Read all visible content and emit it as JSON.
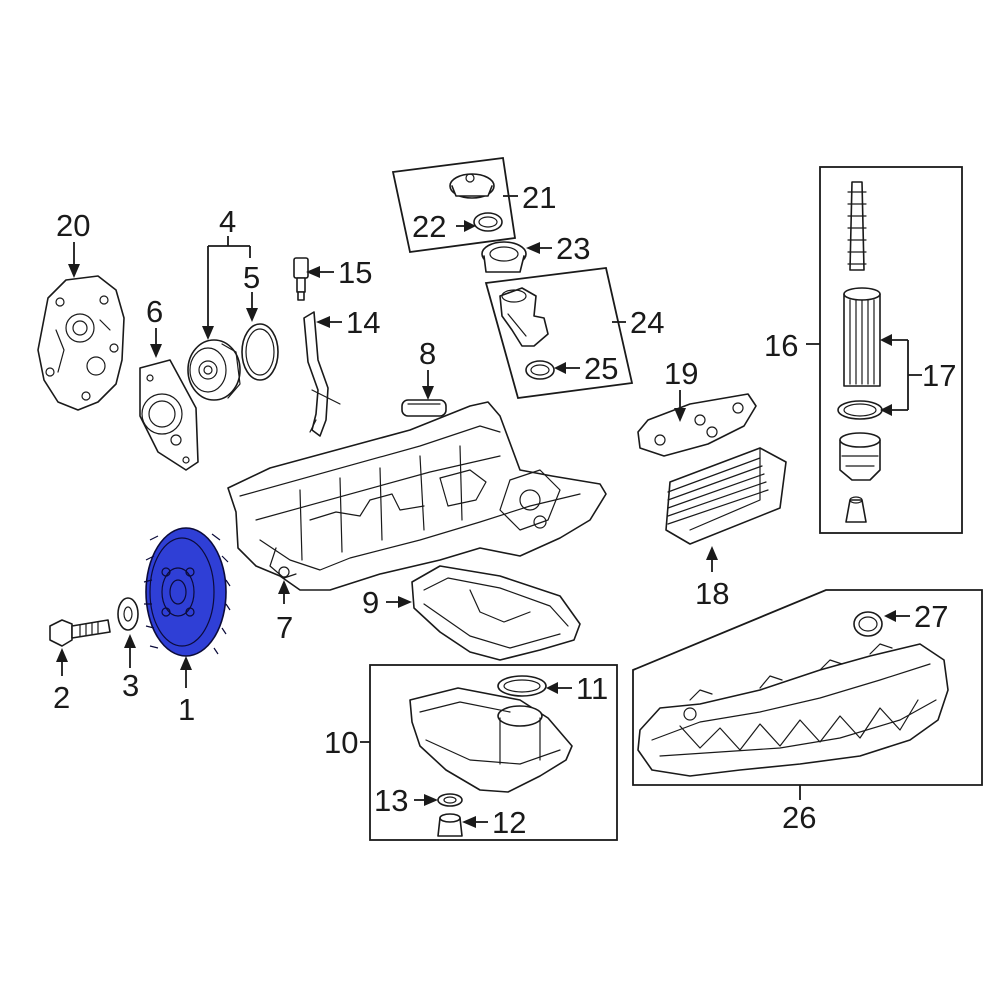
{
  "diagram": {
    "highlight_color": "#2f3fd6",
    "callouts": [
      {
        "id": "1",
        "label": "1"
      },
      {
        "id": "2",
        "label": "2"
      },
      {
        "id": "3",
        "label": "3"
      },
      {
        "id": "4",
        "label": "4"
      },
      {
        "id": "5",
        "label": "5"
      },
      {
        "id": "6",
        "label": "6"
      },
      {
        "id": "7",
        "label": "7"
      },
      {
        "id": "8",
        "label": "8"
      },
      {
        "id": "9",
        "label": "9"
      },
      {
        "id": "10",
        "label": "10"
      },
      {
        "id": "11",
        "label": "11"
      },
      {
        "id": "12",
        "label": "12"
      },
      {
        "id": "13",
        "label": "13"
      },
      {
        "id": "14",
        "label": "14"
      },
      {
        "id": "15",
        "label": "15"
      },
      {
        "id": "16",
        "label": "16"
      },
      {
        "id": "17",
        "label": "17"
      },
      {
        "id": "18",
        "label": "18"
      },
      {
        "id": "19",
        "label": "19"
      },
      {
        "id": "20",
        "label": "20"
      },
      {
        "id": "21",
        "label": "21"
      },
      {
        "id": "22",
        "label": "22"
      },
      {
        "id": "23",
        "label": "23"
      },
      {
        "id": "24",
        "label": "24"
      },
      {
        "id": "25",
        "label": "25"
      },
      {
        "id": "26",
        "label": "26"
      },
      {
        "id": "27",
        "label": "27"
      }
    ]
  }
}
